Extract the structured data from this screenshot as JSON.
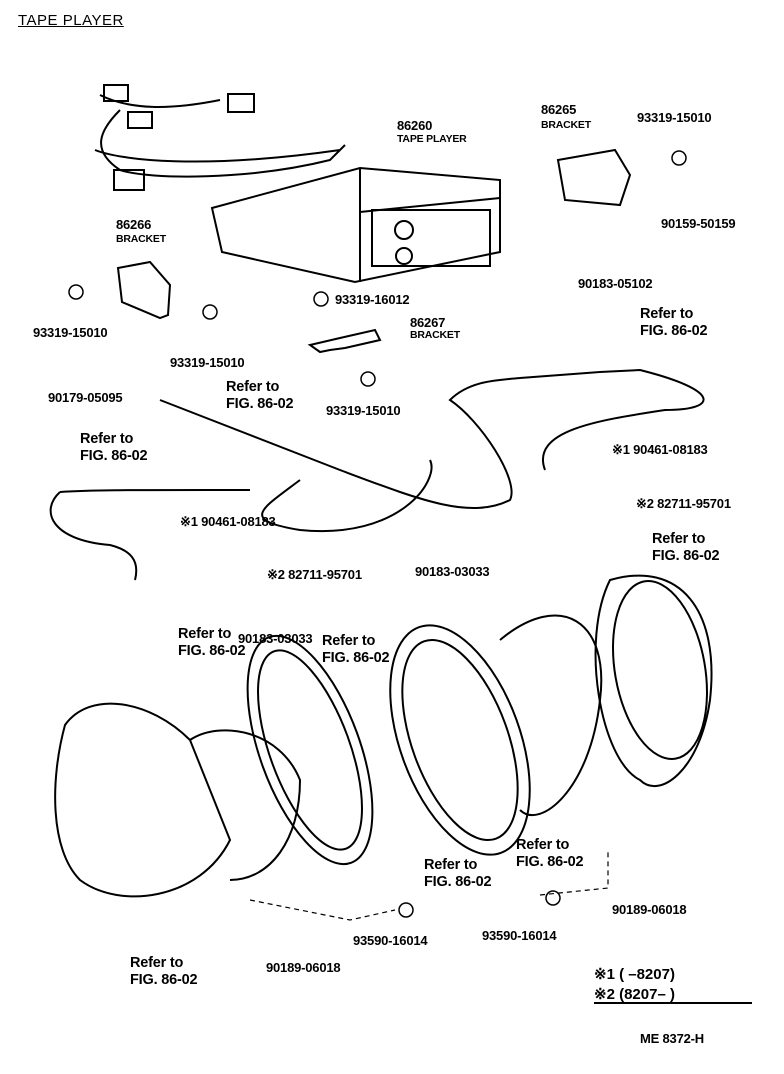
{
  "title": "TAPE PLAYER",
  "labels": {
    "tape_player_no": "86260",
    "tape_player_name": "TAPE PLAYER",
    "bracket_86265_no": "86265",
    "bracket_86265_name": "BRACKET",
    "bracket_86266_no": "86266",
    "bracket_86266_name": "BRACKET",
    "bracket_86267_no": "86267",
    "bracket_86267_name": "BRACKET",
    "p93319_15010": "93319-15010",
    "p93319_16012": "93319-16012",
    "p90159_50159": "90159-50159",
    "p90183_05102": "90183-05102",
    "p90179_05095": "90179-05095",
    "p90183_03033": "90183-03033",
    "p93590_16014": "93590-16014",
    "p90189_06018": "90189-06018",
    "n1_90461_08183": "※1 90461-08183",
    "n2_82711_95701": "※2 82711-95701",
    "refer_to": "Refer to",
    "fig": "FIG. 86-02"
  },
  "footnotes": [
    "※1 (        –8207)",
    "※2 (8207–        )"
  ],
  "code": "ME  8372-H"
}
